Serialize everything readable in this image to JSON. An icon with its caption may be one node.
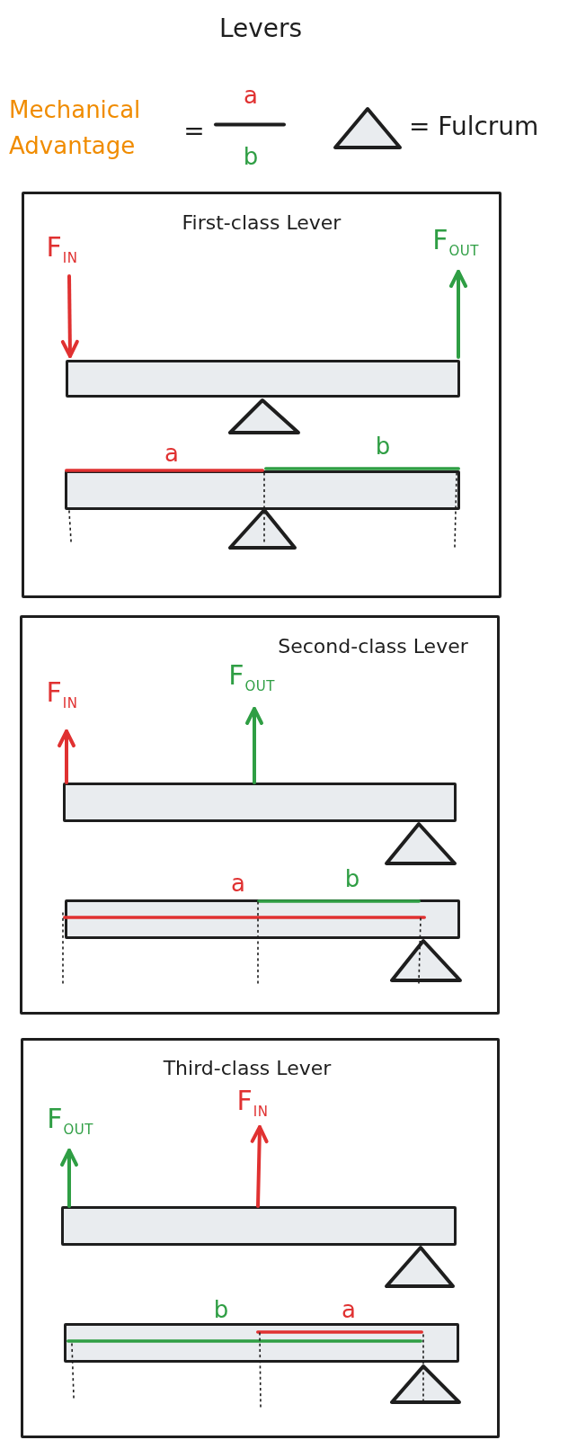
{
  "diagram": {
    "title": "Levers",
    "nodes": [
      {
        "text": [
          "First-class Lever",
          "F$_{IN}$",
          "F$_{OUT}$",
          "a",
          "b"
        ]
      },
      {
        "text": [],
        "shape": "bar",
        "in": 0
      },
      {
        "text": [],
        "shape": "triangle",
        "in": 0
      },
      {
        "text": [],
        "shape": "bar",
        "in": 0
      },
      {
        "text": [],
        "shape": "triangle",
        "in": 0
      },
      {
        "text": [
          "Second-class Lever",
          "F$_{IN}$",
          "F$_{OUT}$",
          "a",
          "b"
        ]
      },
      {
        "text": [],
        "shape": "bar",
        "in": 5
      },
      {
        "text": [],
        "shape": "triangle",
        "in": 5
      },
      {
        "text": [],
        "shape": "bar",
        "in": 5
      },
      {
        "text": [],
        "shape": "triangle",
        "in": 5
      },
      {
        "text": [
          "Third-class Lever",
          "F$_{OUT}$",
          "F$_{IN}$",
          "b",
          "a"
        ]
      },
      {
        "text": [],
        "shape": "bar",
        "in": 10
      },
      {
        "text": [],
        "shape": "triangle",
        "in": 10
      },
      {
        "text": [],
        "shape": "bar",
        "in": 10
      },
      {
        "text": [],
        "shape": "triangle",
        "in": 10
      }
    ],
    "labels": [
      "Mechanical Advantage",
      "=",
      "a",
      "b",
      "= Fulcrum"
    ]
  }
}
